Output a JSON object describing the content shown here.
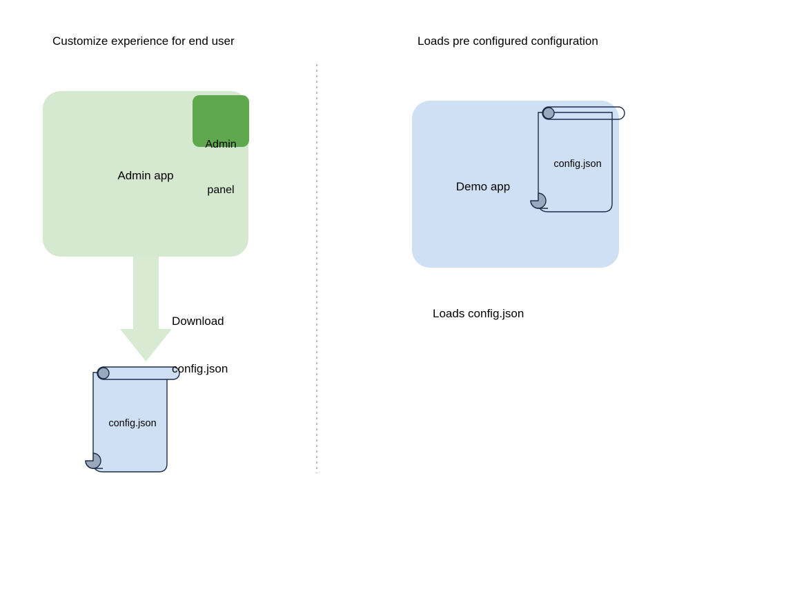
{
  "diagram": {
    "type": "flow-diagram",
    "background_color": "#ffffff",
    "columns": [
      {
        "id": "left",
        "title": "Customize experience for end user",
        "app_box": {
          "label": "Admin app",
          "fill": "#d5e8d0",
          "inner_badge": {
            "label": "Admin\npanel",
            "label_line1": "Admin",
            "label_line2": "panel",
            "fill": "#60a84d"
          }
        },
        "arrow": {
          "direction": "down",
          "fill": "#d9ead3",
          "label_line1": "Download",
          "label_line2": "config.json"
        },
        "file": {
          "label": "config.json",
          "fill": "#cfe0f4",
          "stroke": "#1b2a46",
          "curl_fill": "#9aa8bd",
          "filled": true
        }
      },
      {
        "id": "right",
        "title": "Loads pre configured configuration",
        "app_box": {
          "label": "Demo app",
          "fill": "#cfe0f4"
        },
        "file": {
          "label": "config.json",
          "fill": "none",
          "stroke": "#1b2a46",
          "curl_fill": "#9aa8bd",
          "filled": false
        },
        "caption": "Loads config.json"
      }
    ],
    "divider": {
      "style": "dotted",
      "color": "#9a9a9a",
      "orientation": "vertical"
    }
  }
}
